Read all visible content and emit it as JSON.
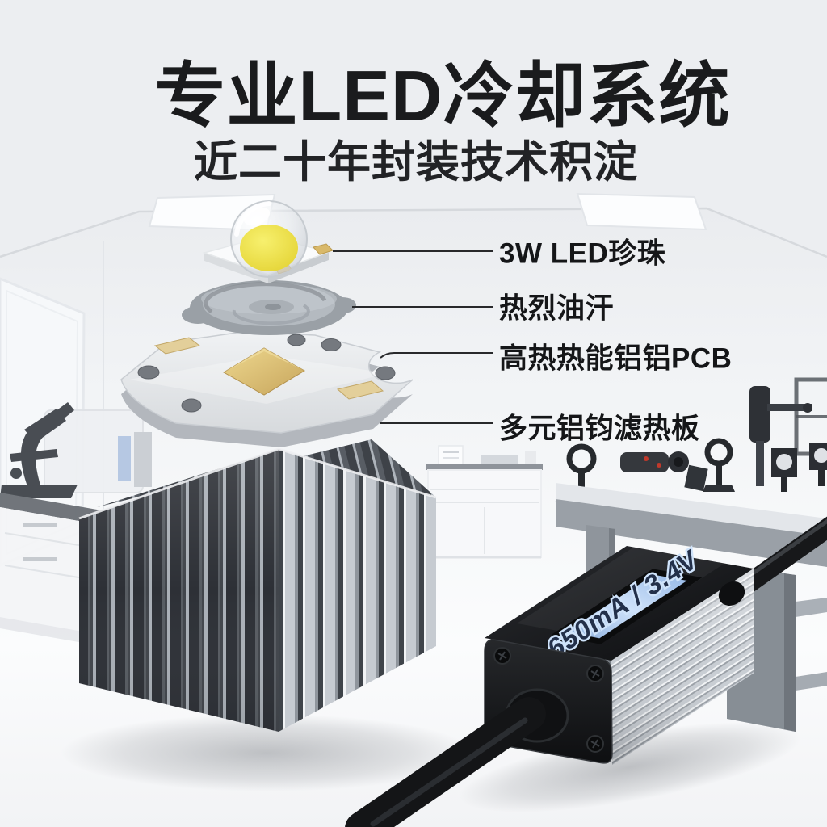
{
  "poster": {
    "title": "专业LED冷却系统",
    "subtitle": "近二十年封装技术积淀"
  },
  "callouts": [
    {
      "label": "3W LED珍珠"
    },
    {
      "label": "热烈油汗"
    },
    {
      "label": "高热热能铝铝PCB"
    },
    {
      "label": "多元铝钧滤热板"
    }
  ],
  "driver": {
    "lcd_text": "650mA / 3.4V"
  },
  "colors": {
    "title_ink": "#1a1b1d",
    "label_ink": "#151618",
    "lcd_blue": "#a9c9ef",
    "lcd_text_ink": "#23304a",
    "gold_pad": "#dfc071",
    "heatsink_dark": "#2d3036",
    "driver_silver": "#c6cbd1"
  }
}
